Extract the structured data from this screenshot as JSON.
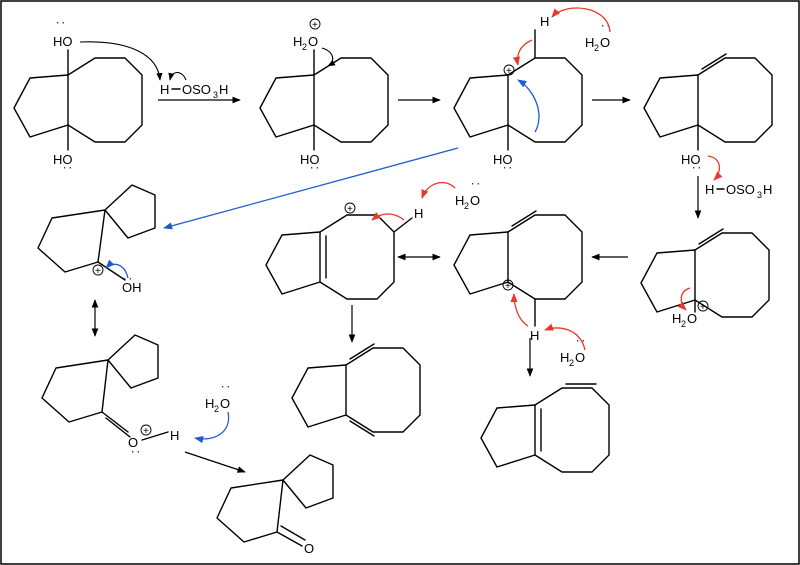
{
  "labels": {
    "ho": "HO",
    "oh": "OH",
    "h": "H",
    "o": "O",
    "osulf": "OSO",
    "sub3": "3",
    "sub2": "2",
    "h_after": "H",
    "plus": "+",
    "dots": ":"
  },
  "colors": {
    "curly_black": "#000000",
    "curly_red": "#e8382b",
    "curly_blue": "#1e5bd0",
    "frame": "#000000"
  }
}
